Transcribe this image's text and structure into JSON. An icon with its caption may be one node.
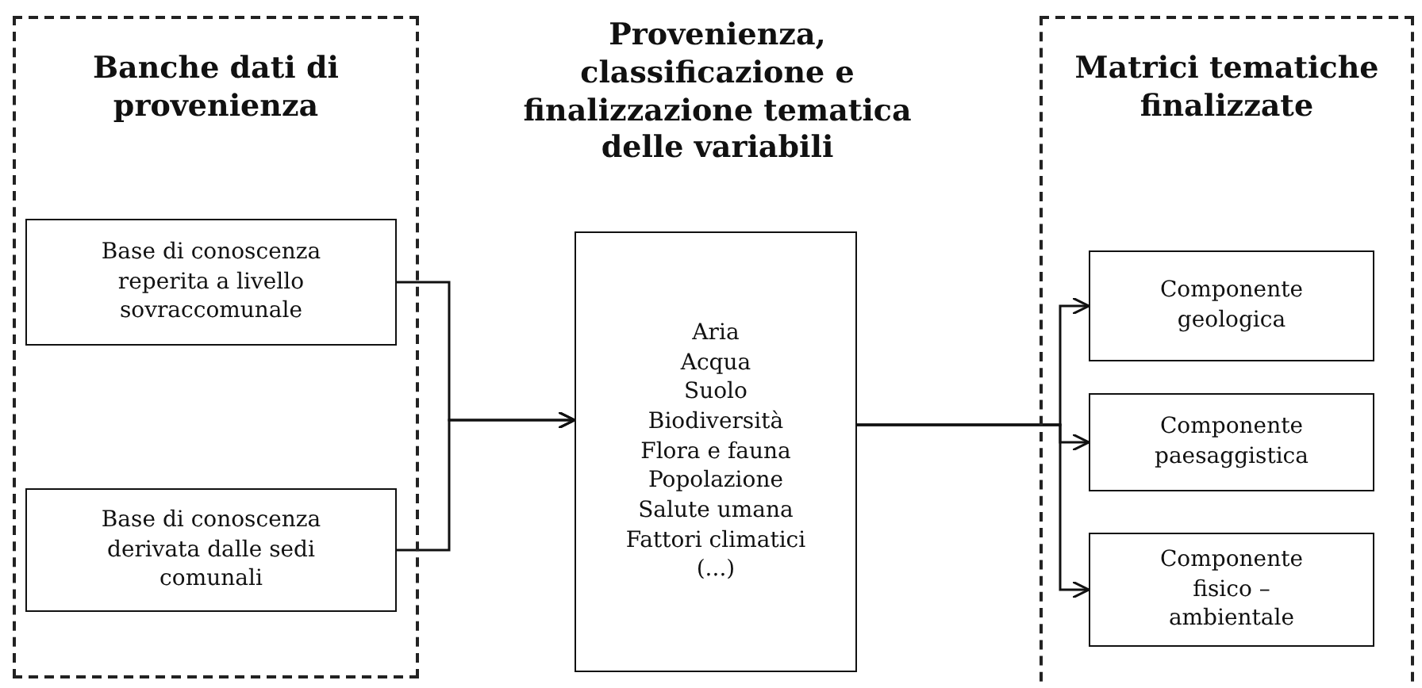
{
  "diagram": {
    "nodes": [
      {
        "text": [
          "Banche dati di provenienza"
        ]
      },
      {
        "text": [
          "Base di conoscenza reperita a livello sovraccomunale"
        ],
        "in": 0
      },
      {
        "text": [
          "Base di conoscenza derivata dalle sedi comunali"
        ],
        "in": 0
      },
      {
        "text": [
          "Provenienza, classificazione e finalizzazione tematica delle variabili",
          "Aria",
          "Acqua",
          "Suolo",
          "Biodiversità",
          "Flora e fauna",
          "Popolazione",
          "Salute umana",
          "Fattori climatici",
          "(...)"
        ]
      },
      {
        "text": [
          "Matrici tematiche finalizzate"
        ]
      },
      {
        "text": [
          "Componente geologica"
        ],
        "in": 4
      },
      {
        "text": [
          "Componente paesaggistica"
        ],
        "in": 4
      },
      {
        "text": [
          "Componente fisico – ambientale"
        ],
        "in": 4
      }
    ],
    "edges": [
      {
        "from": 1,
        "to": 3,
        "arrow": "to"
      },
      {
        "from": 2,
        "to": 3,
        "arrow": "to"
      },
      {
        "from": 3,
        "to": 5,
        "arrow": "to"
      },
      {
        "from": 3,
        "to": 6,
        "arrow": "to"
      },
      {
        "from": 3,
        "to": 7,
        "arrow": "to"
      }
    ]
  }
}
